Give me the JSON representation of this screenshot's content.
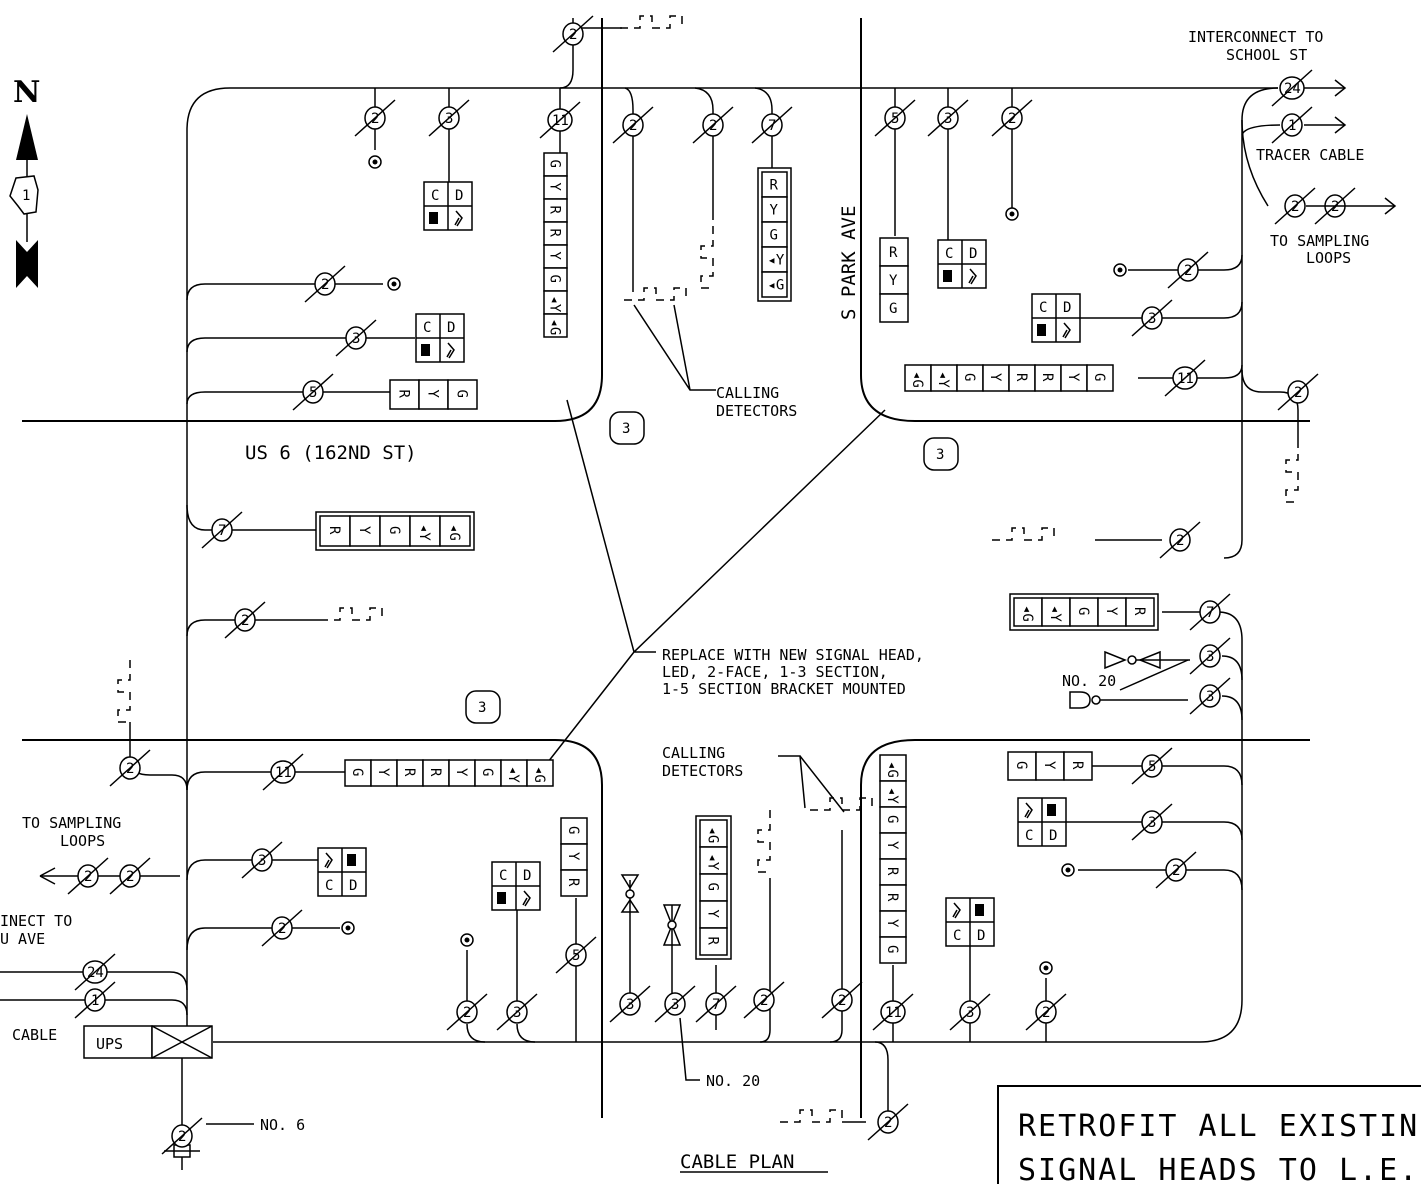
{
  "north": {
    "label": "N",
    "icon": "north-arrow-icon",
    "county_icon": "county-outline-icon",
    "county_number": "1"
  },
  "roads": {
    "east_west": "US 6 (162ND ST)",
    "north_south": "S PARK AVE"
  },
  "notes": {
    "interconnect_ne": [
      "INTERCONNECT TO",
      "SCHOOL ST"
    ],
    "tracer_ne": "TRACER CABLE",
    "sampling_ne": [
      "TO SAMPLING",
      "LOOPS"
    ],
    "sampling_sw": [
      "TO SAMPLING",
      "LOOPS"
    ],
    "interconnect_sw": [
      "INECT TO",
      "U AVE"
    ],
    "tracer_sw": "CABLE",
    "calling_n": [
      "CALLING",
      "DETECTORS"
    ],
    "calling_s": [
      "CALLING",
      "DETECTORS"
    ],
    "replace": [
      "REPLACE WITH NEW SIGNAL HEAD,",
      "LED, 2-FACE, 1-3 SECTION,",
      "1-5 SECTION BRACKET MOUNTED"
    ],
    "no20_e": "NO. 20",
    "no20_s": "NO. 20",
    "no6": "NO. 6",
    "ups": "UPS",
    "plan_title": "CABLE PLAN",
    "retrofit": [
      "RETROFIT ALL EXISTIN",
      "SIGNAL HEADS TO L.E."
    ],
    "lanes": "3"
  },
  "ped": {
    "c": "C",
    "d": "D"
  },
  "sections": {
    "r": "R",
    "y": "Y",
    "g": "G",
    "ly": "◂Y",
    "lg": "◂G"
  },
  "counts": [
    "2",
    "3",
    "5",
    "7",
    "11",
    "24",
    "1"
  ]
}
